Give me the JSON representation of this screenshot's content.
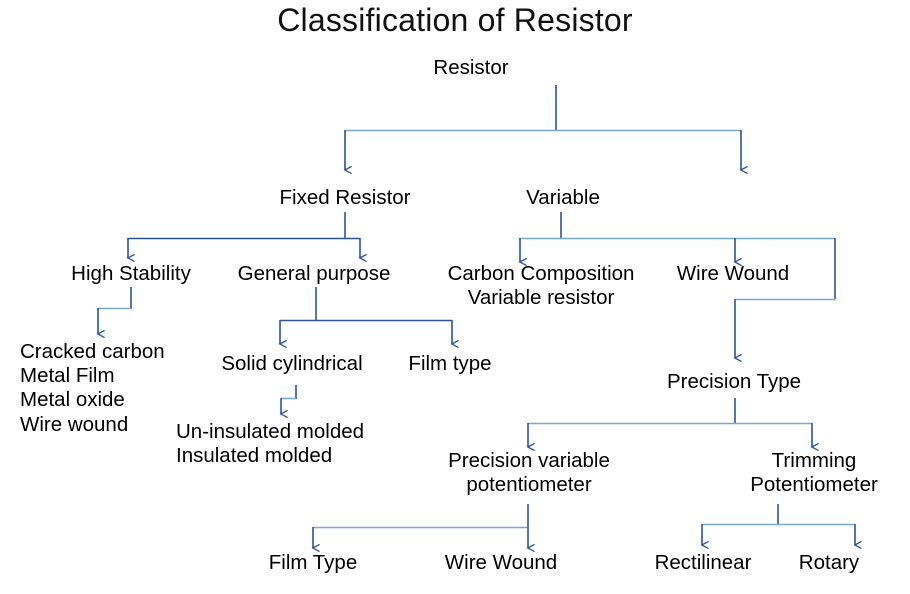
{
  "title": "Classification of Resistor",
  "colors": {
    "line_dark": "#2E5395",
    "line_light": "#7BA7D7",
    "text": "#000000",
    "background": "#ffffff"
  },
  "nodes": {
    "root": "Resistor",
    "fixed_resistor": "Fixed Resistor",
    "variable": "Variable",
    "high_stability": "High Stability",
    "general_purpose": "General purpose",
    "carbon_composition": "Carbon Composition\nVariable resistor",
    "wire_wound": "Wire Wound",
    "high_stability_list": "Cracked carbon\nMetal Film\nMetal oxide\nWire wound",
    "solid_cylindrical": "Solid cylindrical",
    "film_type": "Film type",
    "molded_list": "Un-insulated molded\nInsulated molded",
    "precision_type": "Precision Type",
    "precision_variable_potentiometer": "Precision variable\npotentiometer",
    "trimming_potentiometer": "Trimming\nPotentiometer",
    "film_type_leaf": "Film Type",
    "wire_wound_leaf": "Wire Wound",
    "rectilinear": "Rectilinear",
    "rotary": "Rotary"
  },
  "tree": {
    "label": "Resistor",
    "children": [
      {
        "label": "Fixed Resistor",
        "children": [
          {
            "label": "High Stability",
            "children": [
              {
                "label": "Cracked carbon"
              },
              {
                "label": "Metal Film"
              },
              {
                "label": "Metal oxide"
              },
              {
                "label": "Wire wound"
              }
            ]
          },
          {
            "label": "General purpose",
            "children": [
              {
                "label": "Solid cylindrical",
                "children": [
                  {
                    "label": "Un-insulated molded"
                  },
                  {
                    "label": "Insulated molded"
                  }
                ]
              },
              {
                "label": "Film type"
              }
            ]
          }
        ]
      },
      {
        "label": "Variable",
        "children": [
          {
            "label": "Carbon Composition Variable resistor"
          },
          {
            "label": "Wire Wound",
            "children": [
              {
                "label": "Precision Type",
                "children": [
                  {
                    "label": "Precision variable potentiometer",
                    "children": [
                      {
                        "label": "Film Type"
                      },
                      {
                        "label": "Wire Wound"
                      }
                    ]
                  },
                  {
                    "label": "Trimming Potentiometer",
                    "children": [
                      {
                        "label": "Rectilinear"
                      },
                      {
                        "label": "Rotary"
                      }
                    ]
                  }
                ]
              }
            ]
          }
        ]
      }
    ]
  }
}
